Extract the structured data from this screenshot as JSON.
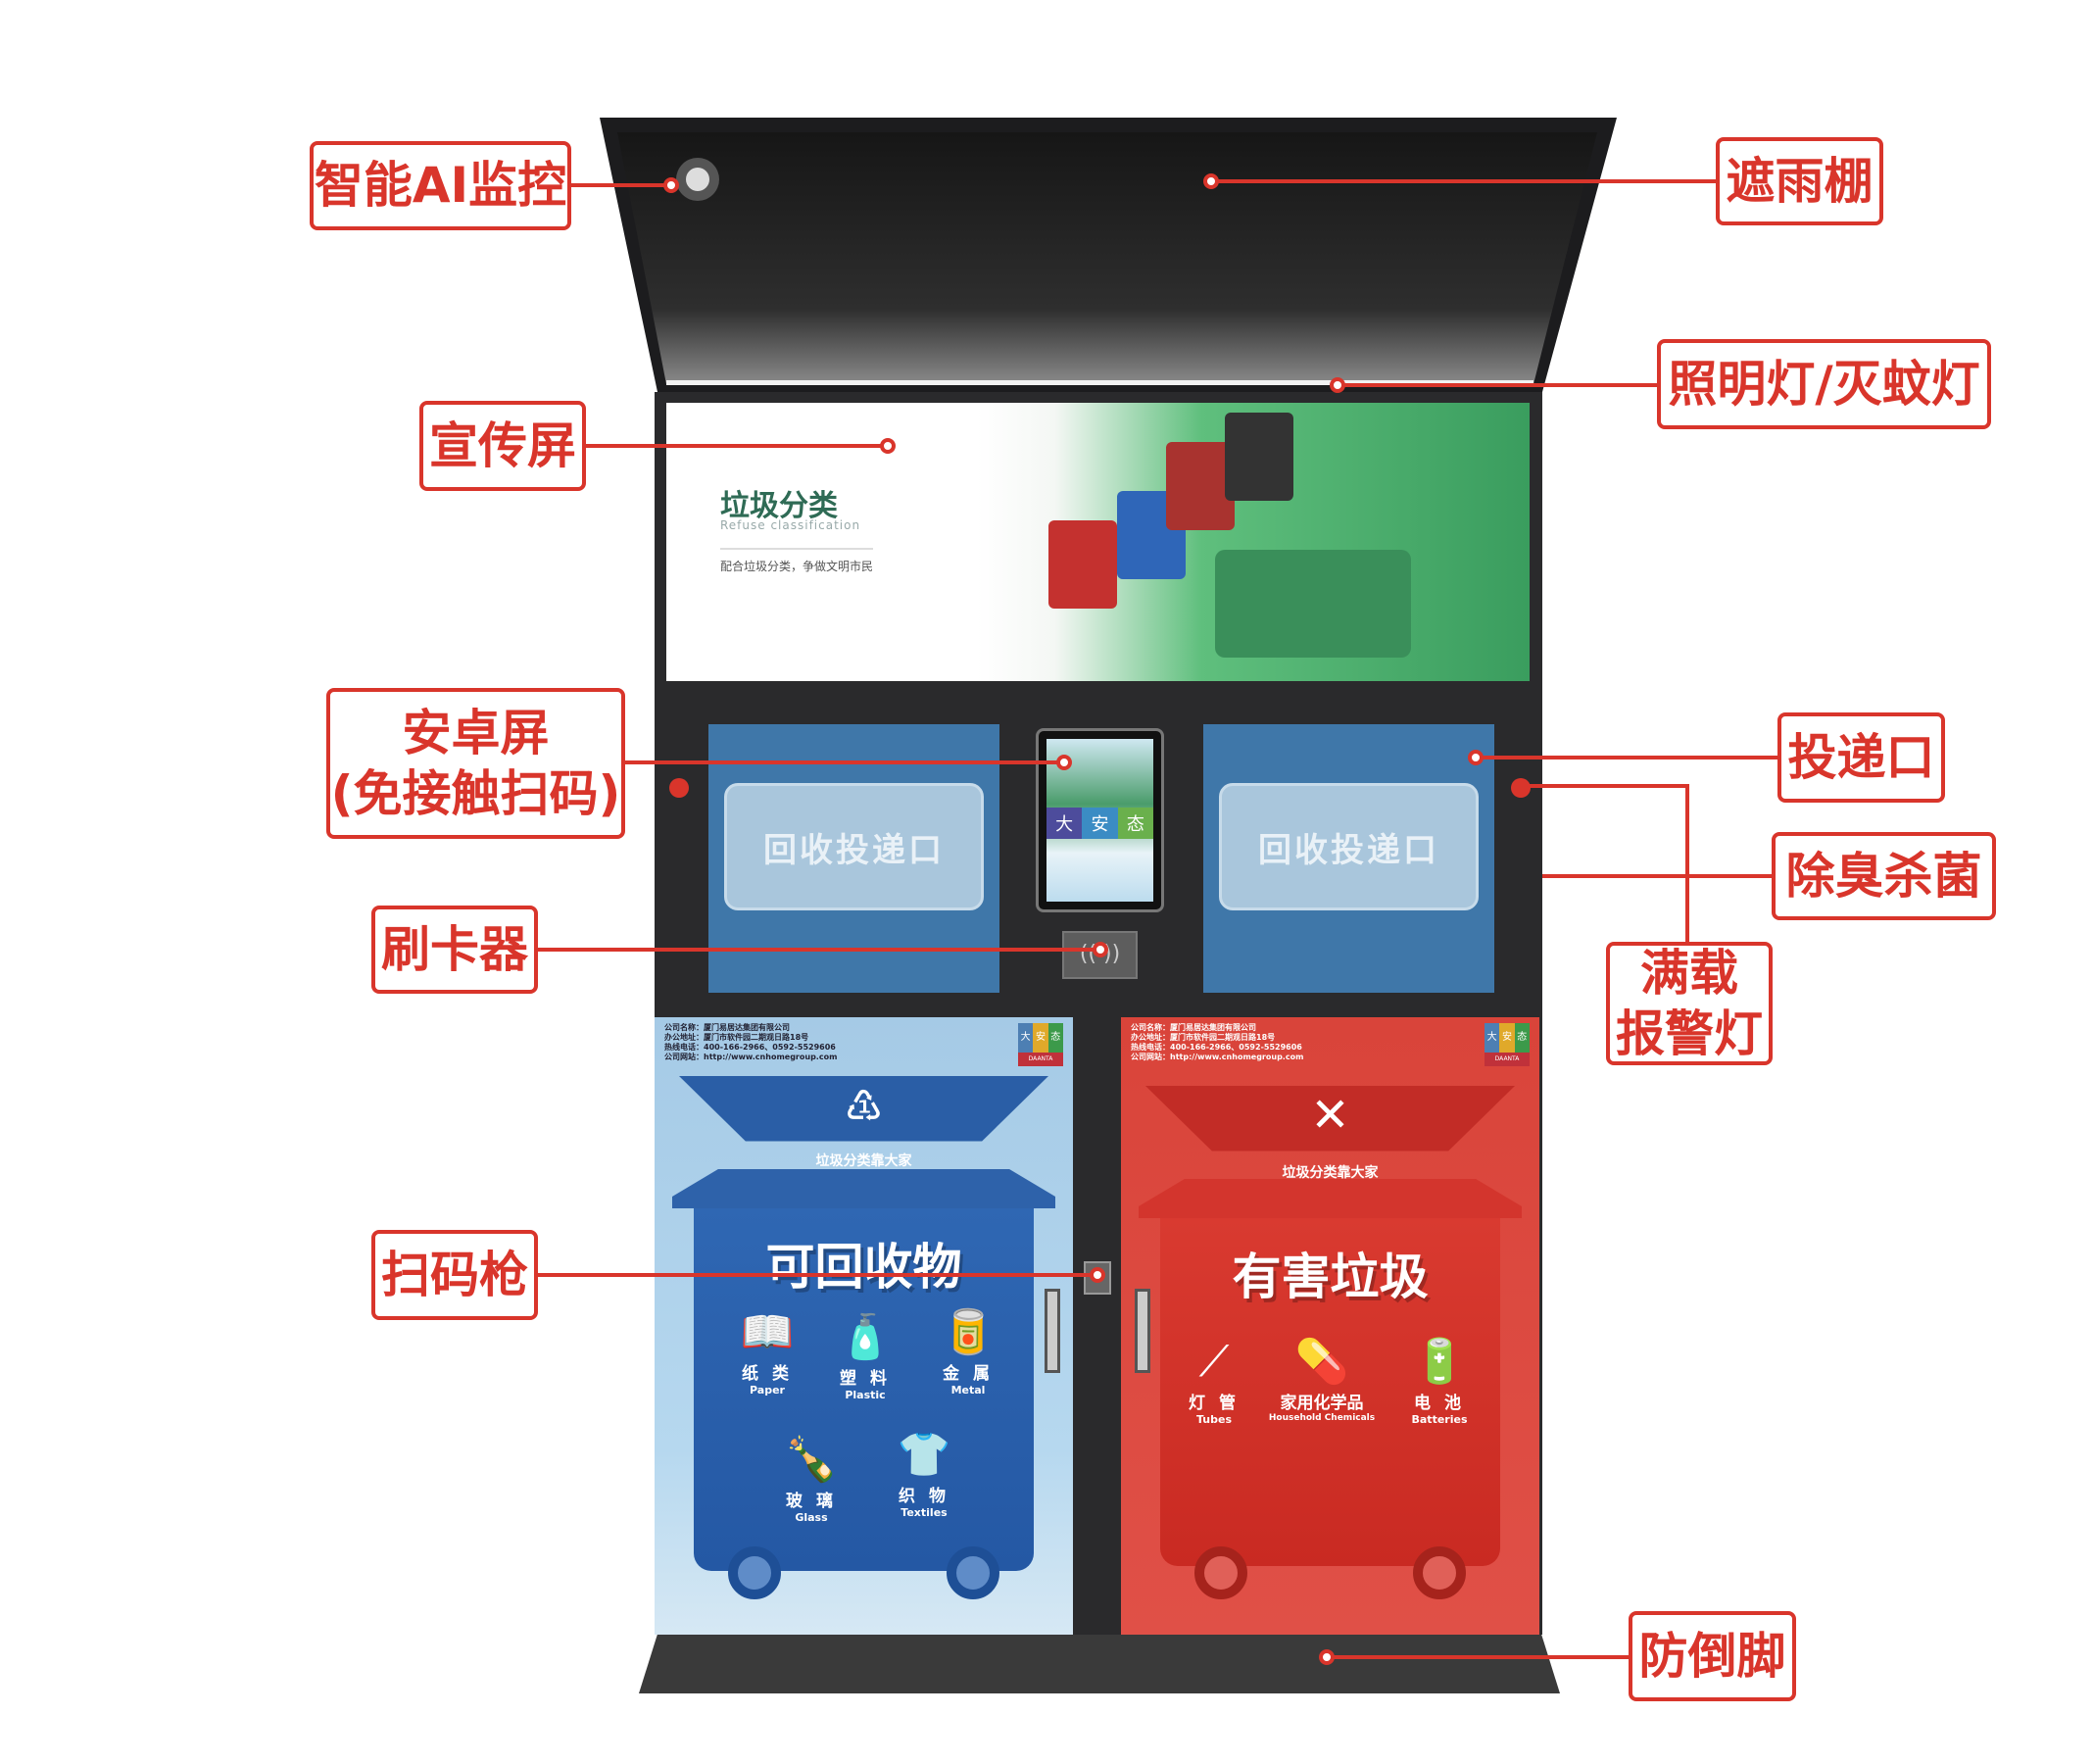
{
  "labels": {
    "ai_camera": "智能AI监控",
    "canopy": "遮雨棚",
    "lighting": "照明灯/灭蚊灯",
    "promo_screen": "宣传屏",
    "android_screen_line1": "安卓屏",
    "android_screen_line2": "(免接触扫码)",
    "drop_port": "投递口",
    "deodorize": "除臭杀菌",
    "full_alarm_line1": "满载",
    "full_alarm_line2": "报警灯",
    "card_reader": "刷卡器",
    "scanner": "扫码枪",
    "anti_tip_feet": "防倒脚"
  },
  "promo": {
    "title": "垃圾分类",
    "subtitle_en": "Refuse classification",
    "slogan": "配合垃圾分类，争做文明市民"
  },
  "doors": {
    "left_label": "回收投递口",
    "right_label": "回收投递口"
  },
  "tablet": {
    "brand": [
      "大",
      "安",
      "态"
    ]
  },
  "company_info": [
    "公司名称：厦门易居达集团有限公司",
    "办公地址：厦门市软件园二期观日路18号",
    "热线电话：400-166-2966、0592-5529606",
    "公司网站：http://www.cnhomegroup.com"
  ],
  "brand_logo": {
    "chars": [
      "大",
      "安",
      "态"
    ],
    "en": "DAANTA"
  },
  "recyclable": {
    "slogan": "垃圾分类靠大家",
    "title": "可回收物",
    "items": [
      {
        "zh": "纸 类",
        "en": "Paper",
        "icon": "📖"
      },
      {
        "zh": "塑 料",
        "en": "Plastic",
        "icon": "🧴"
      },
      {
        "zh": "金 属",
        "en": "Metal",
        "icon": "🥫"
      },
      {
        "zh": "玻 璃",
        "en": "Glass",
        "icon": "🍾"
      },
      {
        "zh": "织 物",
        "en": "Textiles",
        "icon": "👕"
      }
    ]
  },
  "hazardous": {
    "slogan": "垃圾分类靠大家",
    "title": "有害垃圾",
    "items": [
      {
        "zh": "灯 管",
        "en": "Tubes",
        "icon": "⟋"
      },
      {
        "zh": "家用化学品",
        "en": "Household Chemicals",
        "icon": "💊"
      },
      {
        "zh": "电 池",
        "en": "Batteries",
        "icon": "🔋"
      }
    ]
  },
  "colors": {
    "callout": "#d9352b",
    "cabinet": "#2a2a2c",
    "recyclable_blue": "#2f65b0",
    "hazardous_red": "#d8362d"
  }
}
